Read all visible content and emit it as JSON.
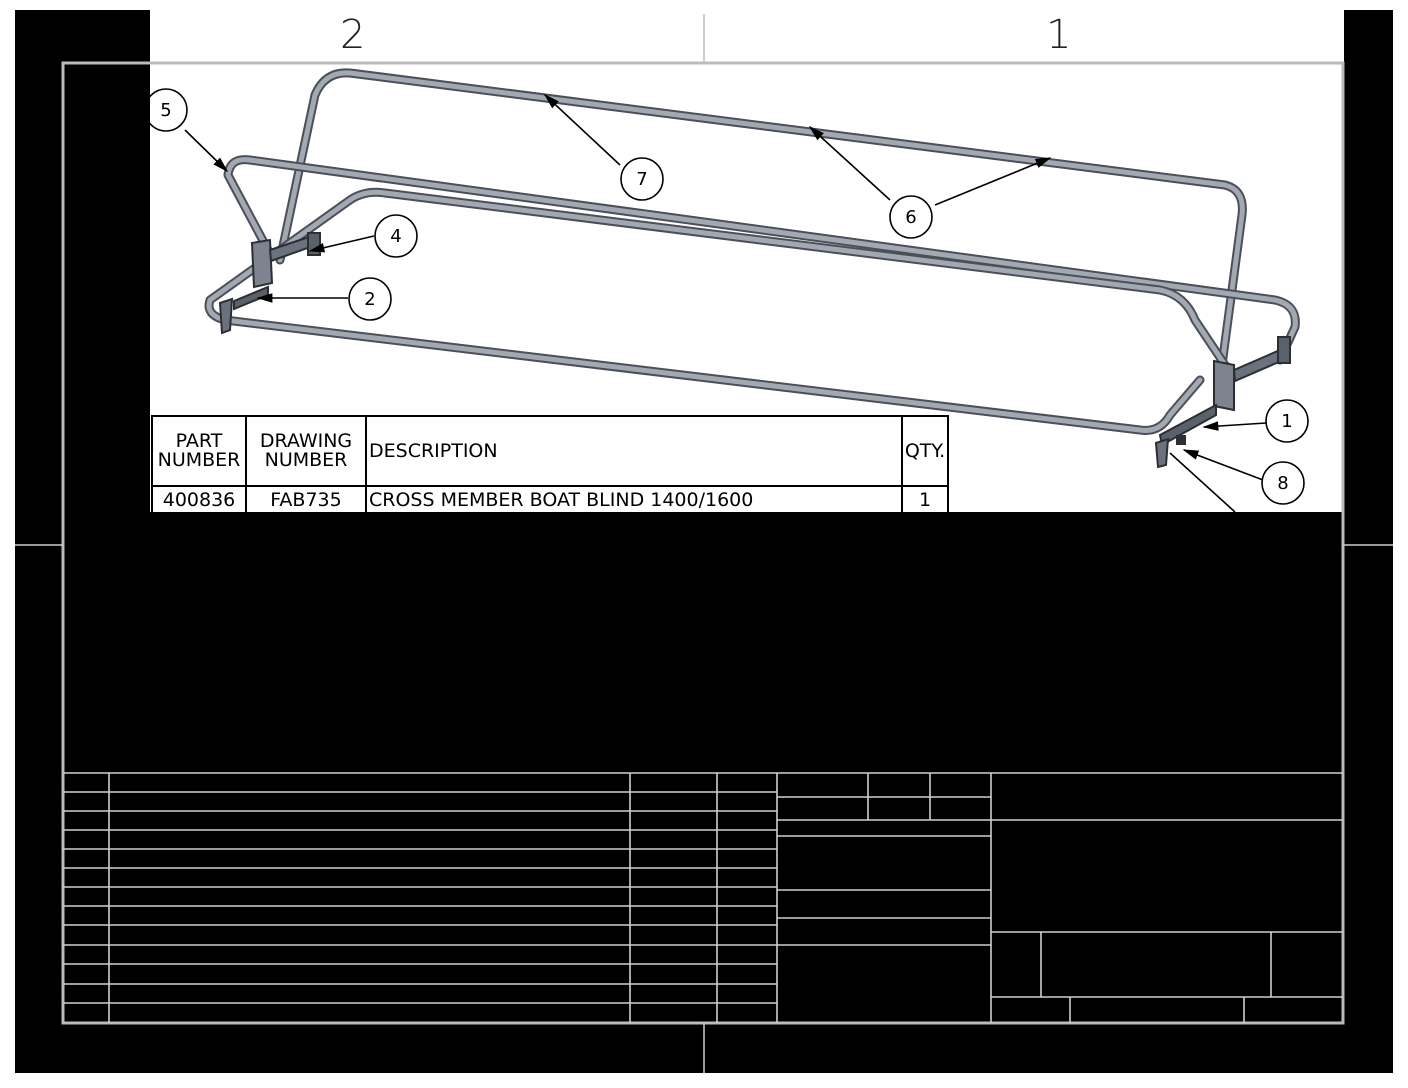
{
  "zones": {
    "left": "2",
    "right": "1"
  },
  "balloons": [
    {
      "id": "5",
      "label": "5"
    },
    {
      "id": "7",
      "label": "7"
    },
    {
      "id": "6",
      "label": "6"
    },
    {
      "id": "4",
      "label": "4"
    },
    {
      "id": "2",
      "label": "2"
    },
    {
      "id": "1",
      "label": "1"
    },
    {
      "id": "8",
      "label": "8"
    }
  ],
  "bom": {
    "headers": {
      "part_number_line1": "PART",
      "part_number_line2": "NUMBER",
      "drawing_number_line1": "DRAWING",
      "drawing_number_line2": "NUMBER",
      "description": "DESCRIPTION",
      "qty": "QTY."
    },
    "rows": [
      {
        "part_number": "400836",
        "drawing_number": "FAB735",
        "description": "CROSS MEMBER BOAT BLIND 1400/1600",
        "qty": "1"
      }
    ]
  },
  "colors": {
    "tube": "#8f96a3",
    "tube_dark": "#4a4f58",
    "background": "#000000",
    "paper": "#ffffff"
  }
}
